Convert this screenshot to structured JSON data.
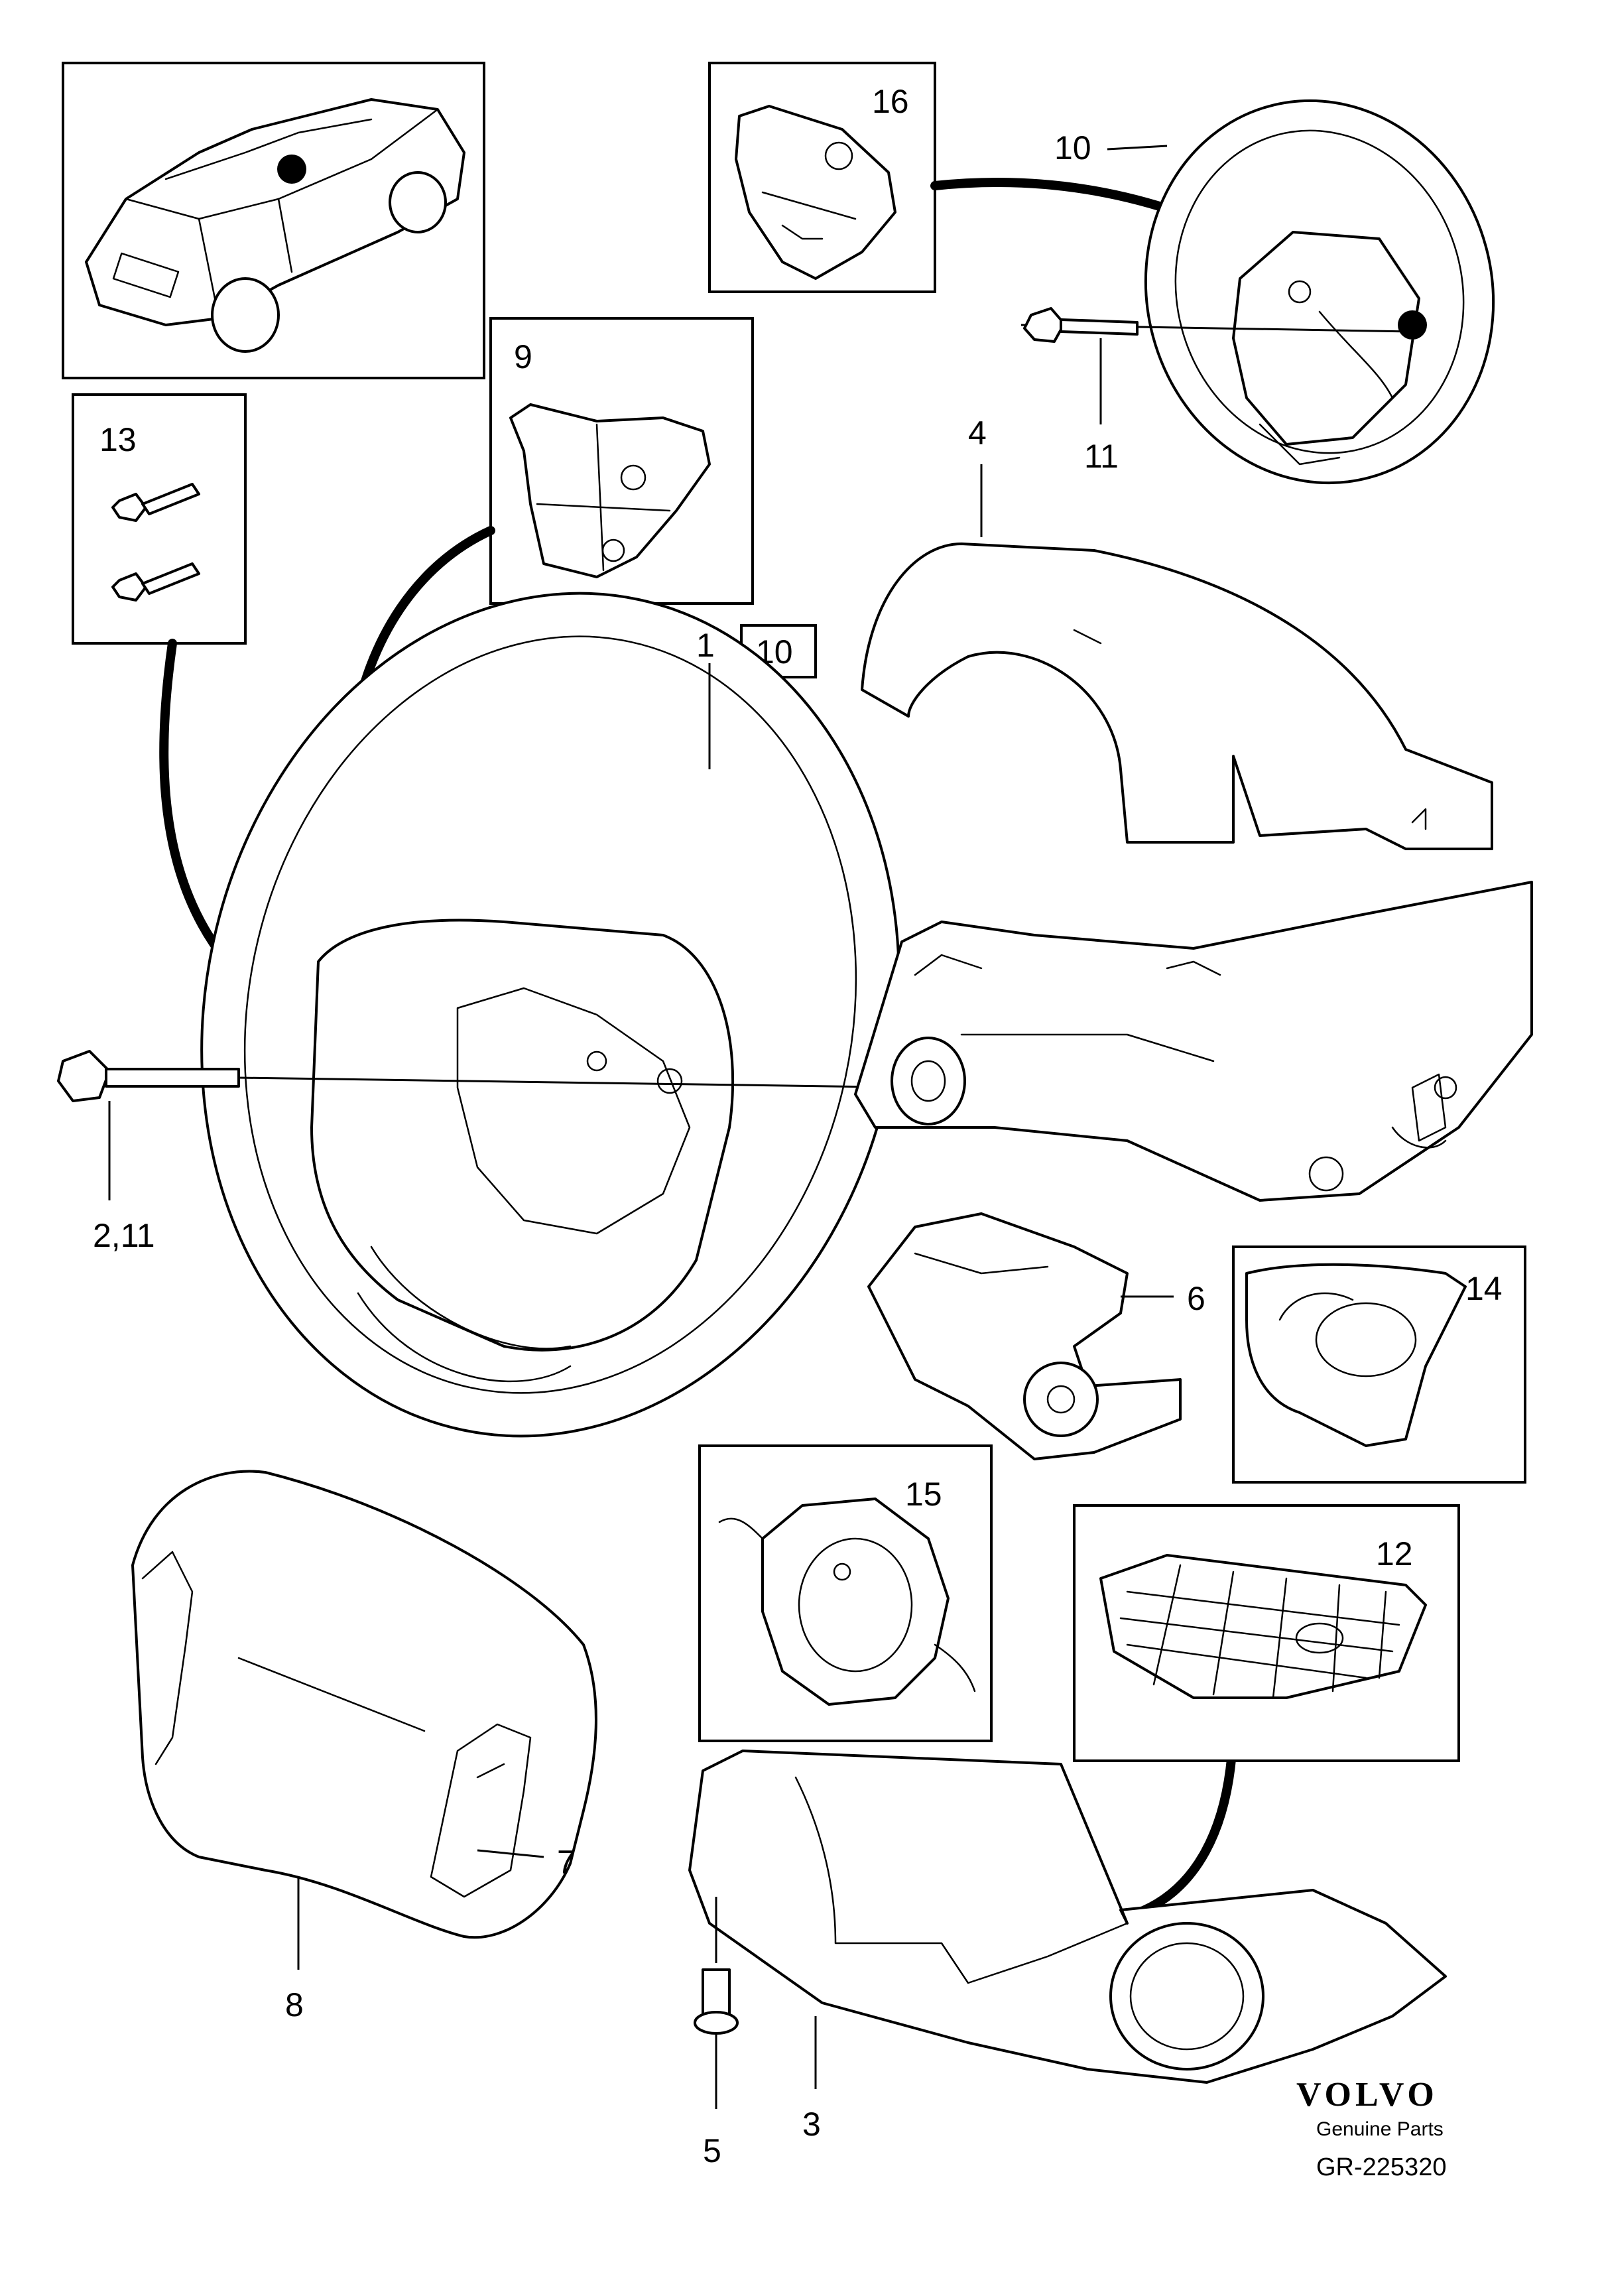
{
  "callouts": {
    "c1": "1",
    "c2_11": "2,11",
    "c3": "3",
    "c4": "4",
    "c5": "5",
    "c6": "6",
    "c7": "7",
    "c8": "8",
    "c9": "9",
    "c10_top": "10",
    "c10_boxed": "10",
    "c11": "11",
    "c12": "12",
    "c13": "13",
    "c14": "14",
    "c15": "15",
    "c16": "16"
  },
  "brand": {
    "name": "VOLVO",
    "tagline": "Genuine Parts",
    "reference": "GR-225320"
  },
  "icons": [
    "car-location-icon",
    "steering-wheel-icon",
    "airbag-module-icon",
    "bolt-icon"
  ]
}
